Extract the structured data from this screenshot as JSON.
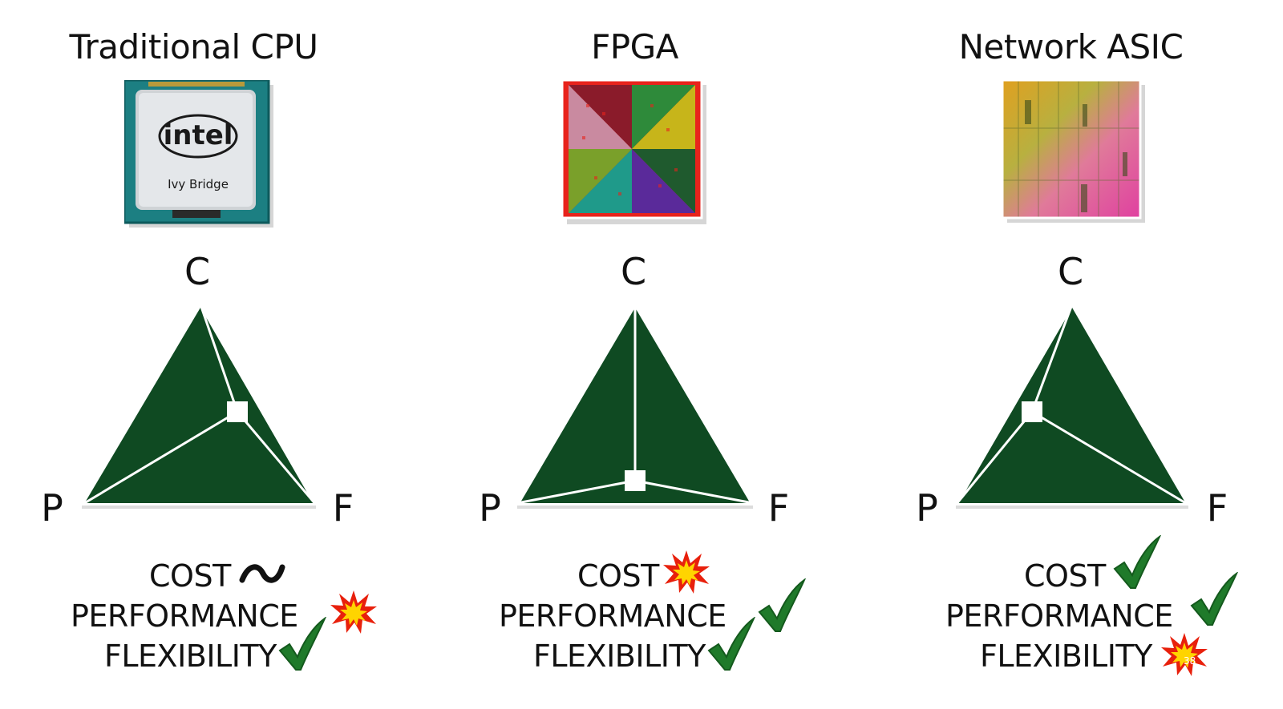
{
  "columns": [
    {
      "title": "Traditional CPU",
      "chip": {
        "type": "intel-cpu",
        "brand": "intel",
        "model": "Ivy Bridge"
      },
      "triangle": {
        "vertices": {
          "top": "C",
          "left": "P",
          "right": "F"
        },
        "point": "near-F"
      },
      "ratings": [
        {
          "label": "COST",
          "mark": "tilde-icon"
        },
        {
          "label": "PERFORMANCE",
          "mark": "explosion-icon"
        },
        {
          "label": "FLEXIBILITY",
          "mark": "check-icon"
        }
      ]
    },
    {
      "title": "FPGA",
      "chip": {
        "type": "fpga-die"
      },
      "triangle": {
        "vertices": {
          "top": "C",
          "left": "P",
          "right": "F"
        },
        "point": "near-PF-edge"
      },
      "ratings": [
        {
          "label": "COST",
          "mark": "explosion-icon"
        },
        {
          "label": "PERFORMANCE",
          "mark": "check-icon"
        },
        {
          "label": "FLEXIBILITY",
          "mark": "check-icon"
        }
      ]
    },
    {
      "title": "Network ASIC",
      "chip": {
        "type": "asic-die"
      },
      "triangle": {
        "vertices": {
          "top": "C",
          "left": "P",
          "right": "F"
        },
        "point": "near-P"
      },
      "ratings": [
        {
          "label": "COST",
          "mark": "check-icon"
        },
        {
          "label": "PERFORMANCE",
          "mark": "check-icon"
        },
        {
          "label": "FLEXIBILITY",
          "mark": "explosion-icon"
        }
      ]
    }
  ],
  "slide_number": "38",
  "colors": {
    "triangle_fill": "#0f4a22",
    "check_green": "#1f7a2a",
    "burst_red": "#e8200c",
    "burst_yellow": "#ffd400"
  }
}
